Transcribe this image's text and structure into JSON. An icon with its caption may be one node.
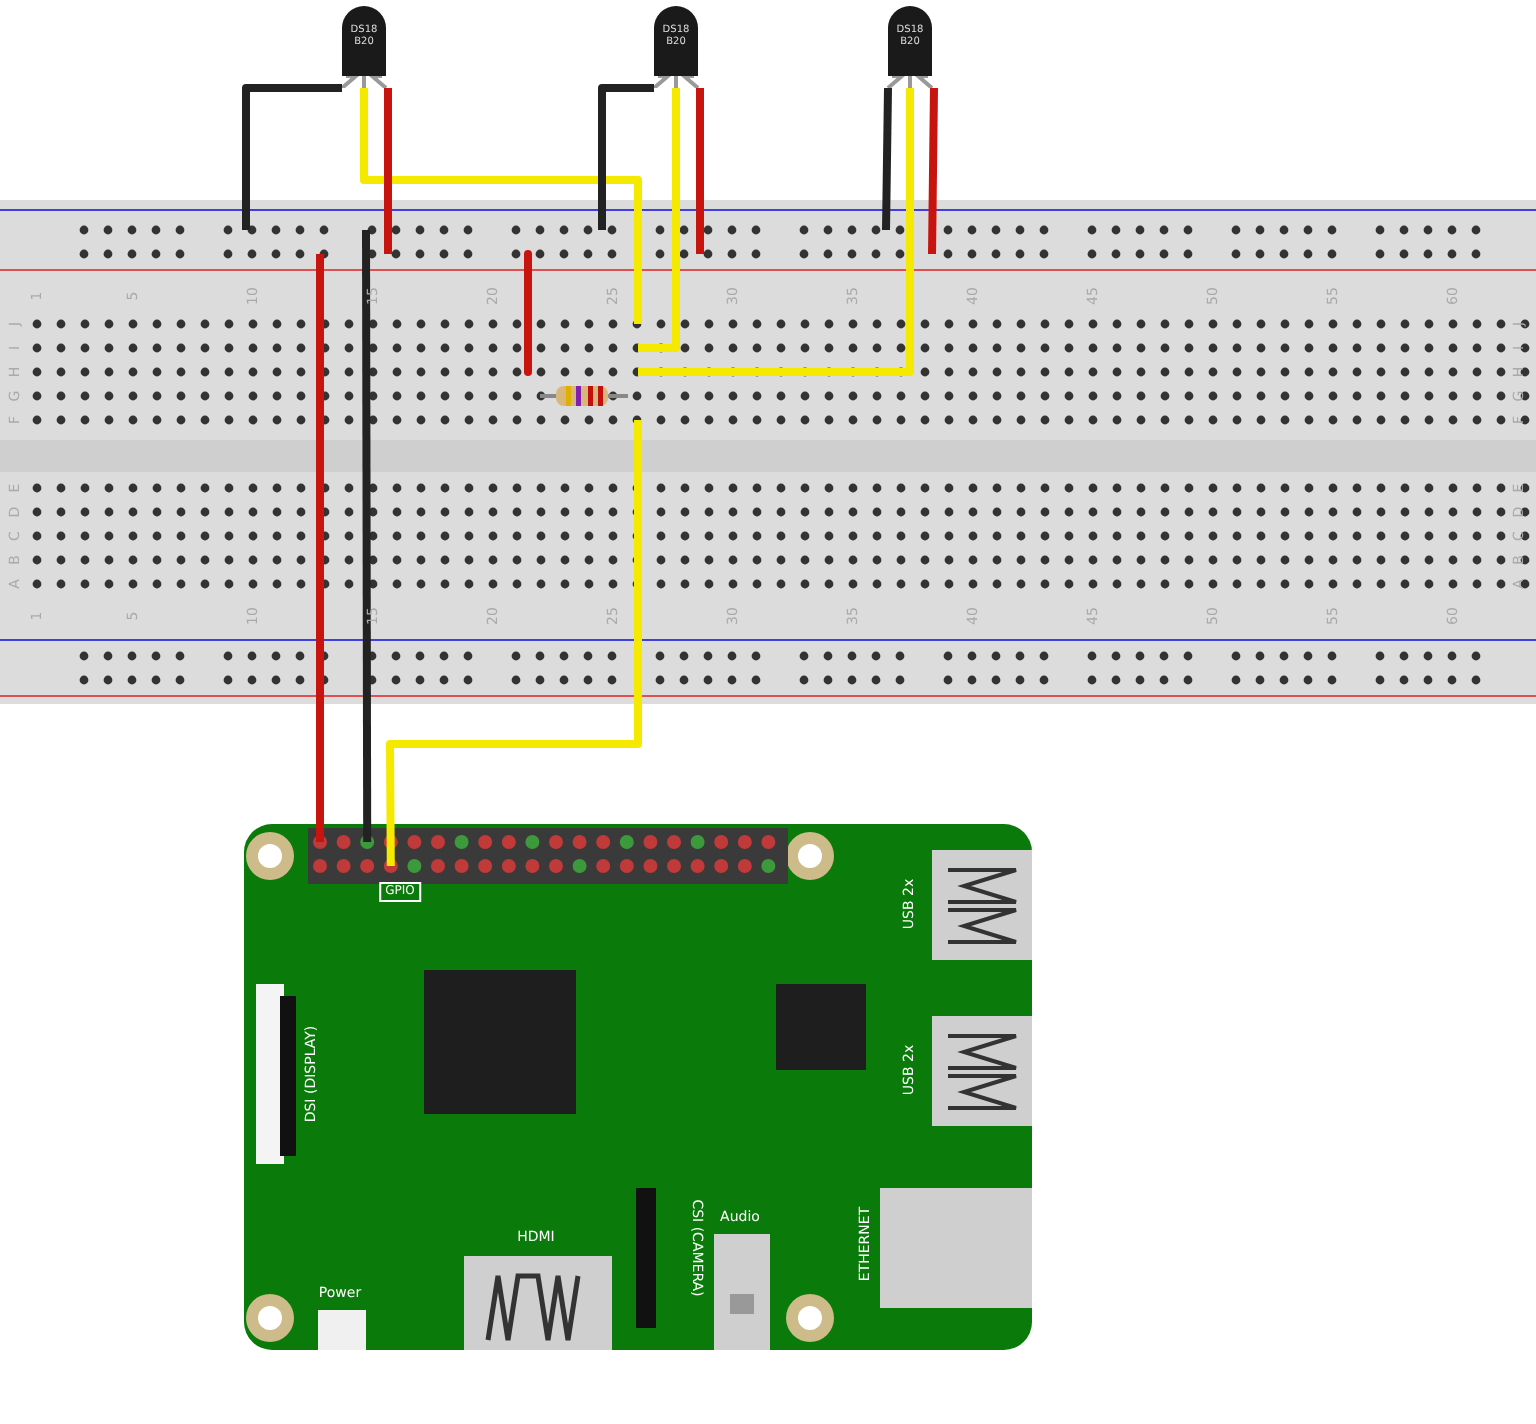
{
  "diagram": {
    "nodes": [
      {
        "text": [],
        "shape": "picture"
      },
      {
        "text": [
          "DS18 B20"
        ]
      },
      {
        "text": [
          "DS18 B20"
        ]
      },
      {
        "text": [
          "DS18 B20"
        ]
      },
      {
        "text": [
          "GPIO",
          "USB 2x",
          "USB 2x",
          "DSI (DISPLAY)",
          "HDMI",
          "CSI (CAMERA)",
          "Audio",
          "ETHERNET",
          "Power"
        ]
      }
    ],
    "edges": [
      {
        "from": 1,
        "to": 0,
        "arrow": "none",
        "color": "#222222"
      },
      {
        "from": 1,
        "to": 0,
        "arrow": "none",
        "color": "#f5e900"
      },
      {
        "from": 1,
        "to": 0,
        "arrow": "none",
        "color": "#c8140f"
      },
      {
        "from": 2,
        "to": 0,
        "arrow": "none",
        "color": "#222222"
      },
      {
        "from": 2,
        "to": 0,
        "arrow": "none",
        "color": "#f5e900"
      },
      {
        "from": 2,
        "to": 0,
        "arrow": "none",
        "color": "#c8140f"
      },
      {
        "from": 3,
        "to": 0,
        "arrow": "none",
        "color": "#222222"
      },
      {
        "from": 3,
        "to": 0,
        "arrow": "none",
        "color": "#f5e900"
      },
      {
        "from": 3,
        "to": 0,
        "arrow": "none",
        "color": "#c8140f"
      },
      {
        "from": 0,
        "to": 4,
        "arrow": "none",
        "color": "#c8140f"
      },
      {
        "from": 0,
        "to": 4,
        "arrow": "none",
        "color": "#222222"
      },
      {
        "from": 0,
        "to": 4,
        "arrow": "none",
        "color": "#f5e900"
      }
    ],
    "labels": [
      "1",
      "5",
      "10",
      "15",
      "20",
      "25",
      "30",
      "35",
      "40",
      "45",
      "50",
      "55",
      "60",
      "J",
      "I",
      "H",
      "G",
      "F",
      "J",
      "I",
      "H",
      "G",
      "F",
      "E",
      "D",
      "C",
      "B",
      "A",
      "E",
      "D",
      "C",
      "B",
      "A",
      "1",
      "5",
      "10",
      "15",
      "20",
      "25",
      "30",
      "35",
      "40",
      "45",
      "50",
      "55",
      "60"
    ]
  }
}
